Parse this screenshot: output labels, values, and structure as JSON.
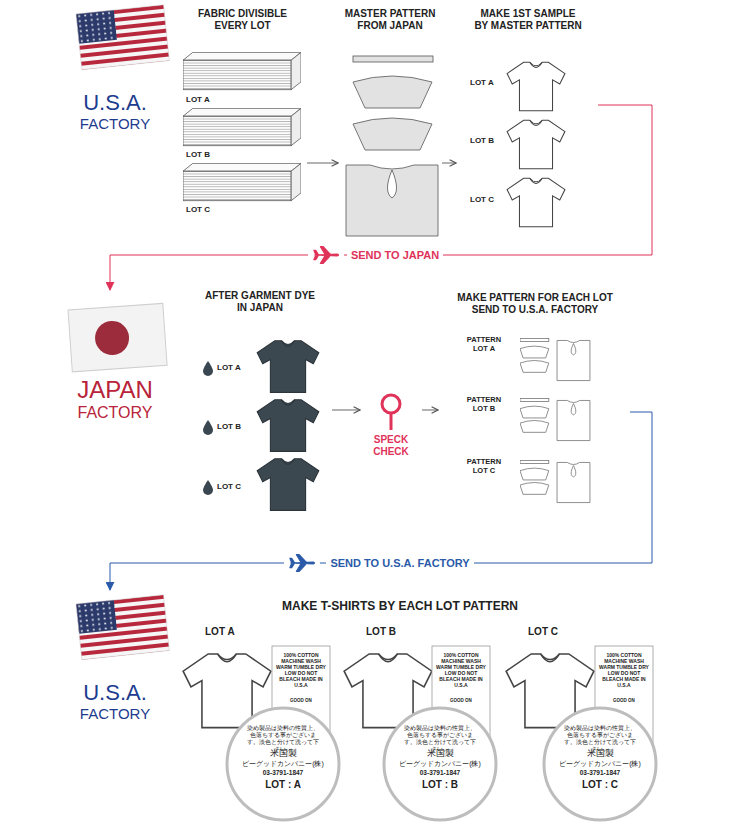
{
  "diagram": {
    "nodes": [
      {
        "text": [
          "U.S.A.",
          "FACTORY"
        ]
      },
      {
        "text": [
          "FABRIC DIVISIBLE EVERY LOT"
        ]
      },
      {
        "text": [
          "MASTER PATTERN FROM JAPAN"
        ]
      },
      {
        "text": [
          "MAKE 1ST SAMPLE BY MASTER PATTERN"
        ]
      },
      {
        "text": [
          "JAPAN",
          "FACTORY"
        ]
      },
      {
        "text": [
          "AFTER GARMENT DYE IN JAPAN"
        ]
      },
      {
        "text": [
          "SPECK CHECK"
        ]
      },
      {
        "text": [
          "MAKE PATTERN FOR EACH LOT SEND TO U.S.A. FACTORY"
        ]
      },
      {
        "text": [
          "U.S.A.",
          "FACTORY"
        ]
      },
      {
        "text": [
          "MAKE T-SHIRTS BY EACH LOT PATTERN"
        ]
      }
    ],
    "edges": [
      {
        "from": 1,
        "to": 2,
        "arrow": "to"
      },
      {
        "from": 2,
        "to": 3,
        "arrow": "to"
      },
      {
        "from": 3,
        "to": 4,
        "label": "SEND TO JAPAN",
        "arrow": "to"
      },
      {
        "from": 5,
        "to": 6,
        "arrow": "to"
      },
      {
        "from": 6,
        "to": 7,
        "arrow": "to"
      },
      {
        "from": 7,
        "to": 8,
        "label": "SEND TO U.S.A. FACTORY",
        "arrow": "to"
      }
    ],
    "labels": [
      "LOT A",
      "LOT B",
      "LOT C",
      "LOT A",
      "LOT B",
      "LOT C",
      "LOT A",
      "LOT B",
      "LOT C",
      "PATTERN LOT A",
      "PATTERN LOT B",
      "PATTERN LOT C",
      "LOT A",
      "LOT B",
      "LOT C",
      "100% COTTON MACHINE WASH WARM TUMBLE DRY LOW DO NOT BLEACH MADE IN U.S.A",
      "GOOD ON",
      "染め製品は染料の性質上、色落ちする事がございます。淡色と分けて洗って下さい。",
      "米国製",
      "ビーグッドカンパニー(株)",
      "03-3791-1847",
      "LOT : A",
      "100% COTTON MACHINE WASH WARM TUMBLE DRY LOW DO NOT BLEACH MADE IN U.S.A",
      "GOOD ON",
      "染め製品は染料の性質上、色落ちする事がございます。淡色と分けて洗って下さい。",
      "米国製",
      "ビーグッドカンパニー(株)",
      "03-3791-1847",
      "LOT : B",
      "100% COTTON MACHINE WASH WARM TUMBLE DRY LOW DO NOT BLEACH MADE IN U.S.A",
      "GOOD ON",
      "染め製品は染料の性質上、色落ちする事がございます。淡色と分けて洗って下さい。",
      "米国製",
      "ビーグッドカンパニー(株)",
      "03-3791-1847",
      "LOT : C"
    ]
  }
}
